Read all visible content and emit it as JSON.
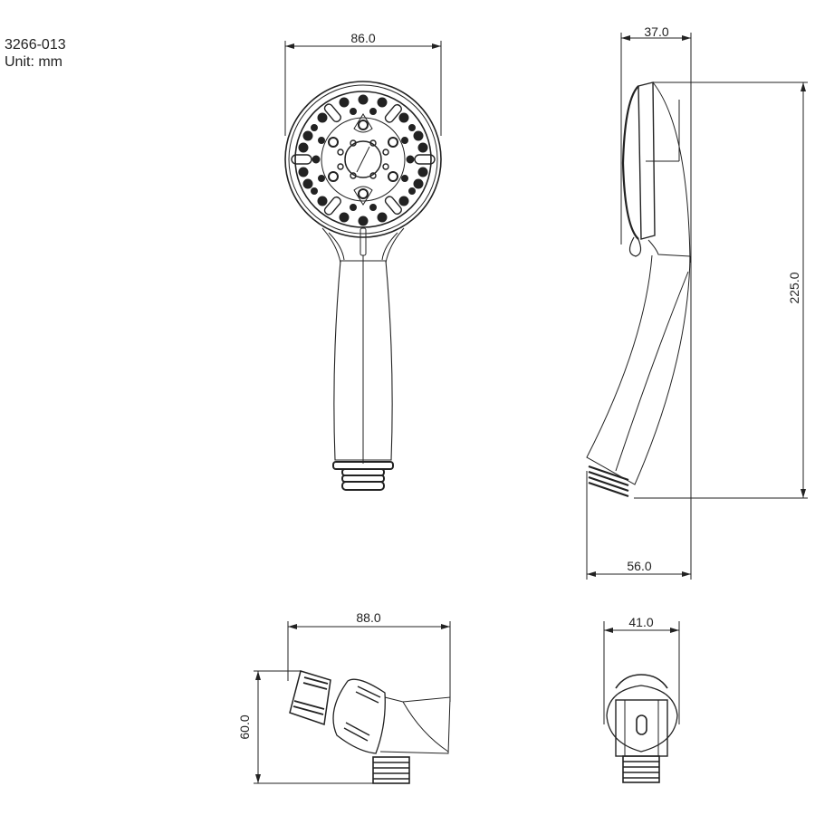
{
  "header": {
    "model": "3266-013",
    "unit": "Unit: mm"
  },
  "views": {
    "front": {
      "width_label": "86.0"
    },
    "side": {
      "depth_label": "37.0",
      "height_label": "225.0",
      "base_label": "56.0"
    },
    "bracket_side": {
      "width_label": "88.0",
      "height_label": "60.0"
    },
    "bracket_front": {
      "width_label": "41.0"
    }
  },
  "colors": {
    "line": "#222222",
    "background": "#ffffff"
  }
}
